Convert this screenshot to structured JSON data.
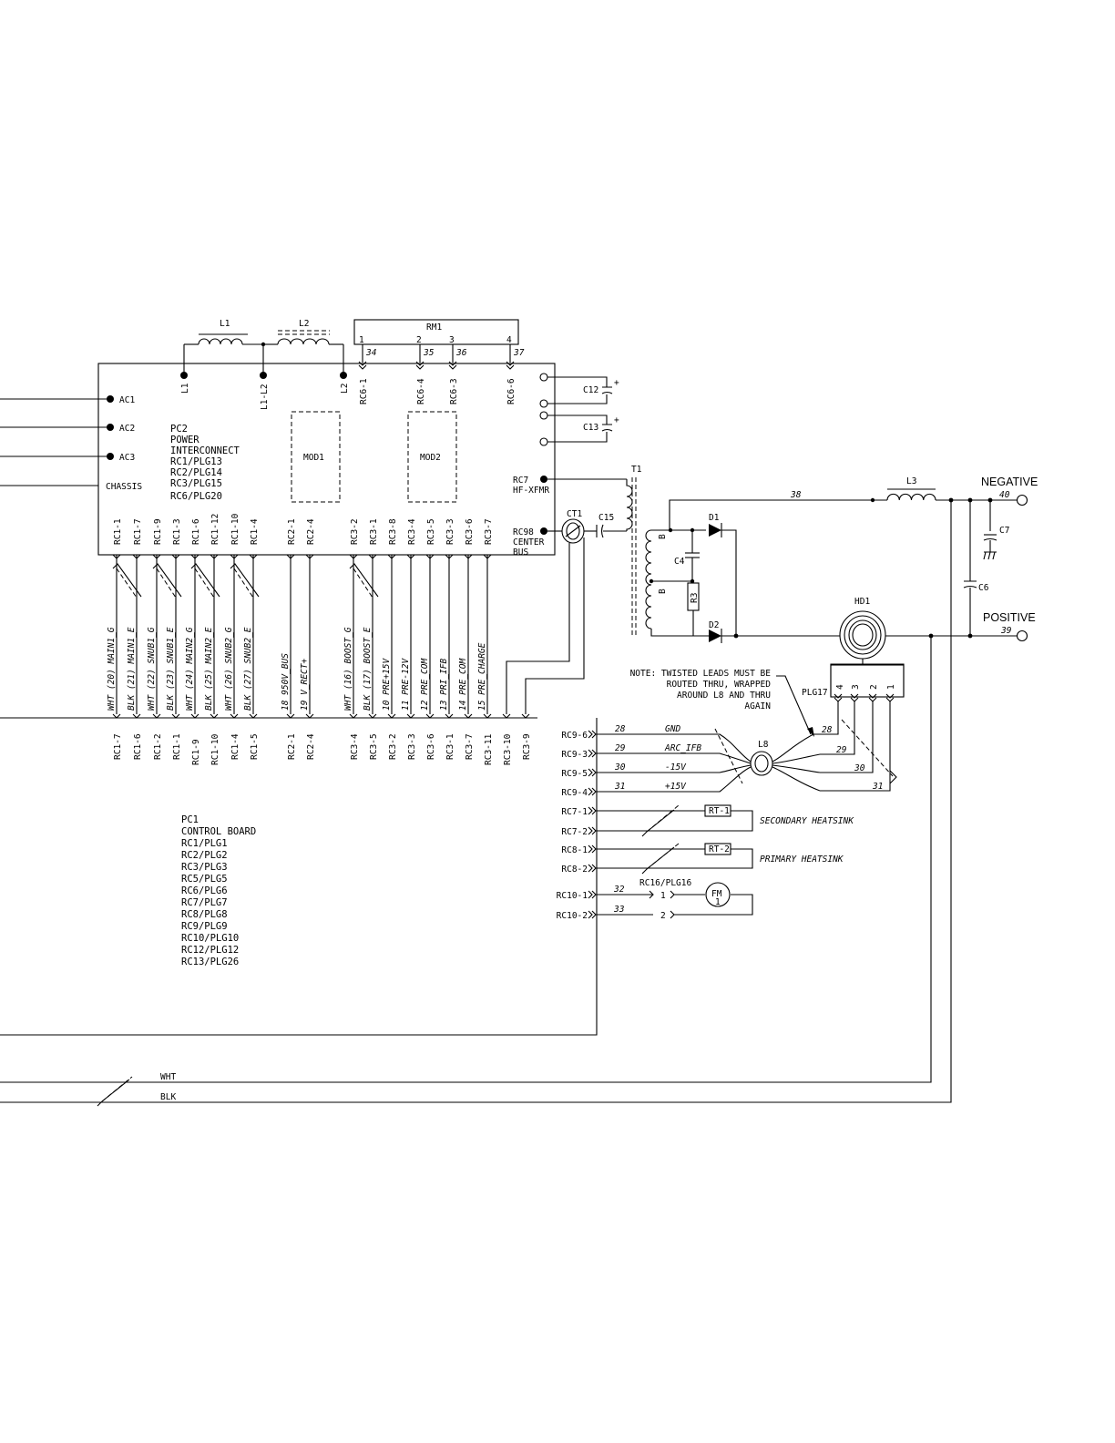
{
  "inductor_L1": "L1",
  "inductor_L2": "L2",
  "rm1": {
    "label": "RM1",
    "pin_numbers": [
      "1",
      "2",
      "3",
      "4"
    ],
    "wire_numbers": [
      "34",
      "35",
      "36",
      "37"
    ],
    "connector_labels": [
      "RC6-1",
      "RC6-4",
      "RC6-3",
      "RC6-6"
    ]
  },
  "top_terminals": [
    "L1",
    "L1-L2",
    "L2"
  ],
  "ac_terminals": [
    "AC1",
    "AC2",
    "AC3",
    "CHASSIS"
  ],
  "pc2_block": [
    "PC2",
    "POWER",
    "INTERCONNECT",
    "RC1/PLG13",
    "RC2/PLG14",
    "RC3/PLG15",
    "RC6/PLG20"
  ],
  "modules": [
    "MOD1",
    "MOD2"
  ],
  "capacitors_right": [
    "C12",
    "C13"
  ],
  "rc7_label": [
    "RC7",
    "HF-XFMR"
  ],
  "rc98_label": [
    "RC98",
    "CENTER",
    "BUS"
  ],
  "pc2_bottom_connectors": [
    "RC1-1",
    "RC1-7",
    "RC1-9",
    "RC1-3",
    "RC1-6",
    "RC1-12",
    "RC1-10",
    "RC1-4",
    "RC2-1",
    "RC2-4",
    "RC3-2",
    "RC3-1",
    "RC3-8",
    "RC3-4",
    "RC3-5",
    "RC3-3",
    "RC3-6",
    "RC3-7"
  ],
  "wire_labels": [
    "WHT (20)  MAIN1_G",
    "BLK (21)  MAIN1_E",
    "WHT (22)  SNUB1_G",
    "BLK (23)  SNUB1_E",
    "WHT (24)  MAIN2_G",
    "BLK (25)  MAIN2_E",
    "WHT (26)  SNUB2_G",
    "BLK (27)  SNUB2_E",
    "18   950V_BUS",
    "19   V_RECT+",
    "WHT (16)  BOOST_G",
    "BLK (17)  BOOST_E",
    "10   PRE+15V",
    "11   PRE-12V",
    "12   PRE_COM",
    "13   PRI_IFB",
    "14   PRE_COM",
    "15   PRE_CHARGE"
  ],
  "pc1_top_connectors": [
    "RC1-7",
    "RC1-6",
    "RC1-2",
    "RC1-1",
    "RC1-9",
    "RC1-10",
    "RC1-4",
    "RC1-5",
    "RC2-1",
    "RC2-4",
    "RC3-4",
    "RC3-5",
    "RC3-2",
    "RC3-3",
    "RC3-6",
    "RC3-1",
    "RC3-7",
    "RC3-11",
    "RC3-10",
    "RC3-9"
  ],
  "ct1": "CT1",
  "c15": "C15",
  "t1": "T1",
  "winding_marks": [
    "B",
    "B"
  ],
  "c4": "C4",
  "r3": "R3",
  "d1": "D1",
  "d2": "D2",
  "l3": "L3",
  "wire_38": "38",
  "negative": {
    "label": "NEGATIVE",
    "wire": "40"
  },
  "positive": {
    "label": "POSITIVE",
    "wire": "39"
  },
  "c7": "C7",
  "c6": "C6",
  "hd1": "HD1",
  "note": [
    "NOTE: TWISTED LEADS MUST BE",
    "ROUTED THRU, WRAPPED",
    "AROUND L8 AND THRU",
    "AGAIN"
  ],
  "plg17": {
    "label": "PLG17",
    "pins": [
      "4",
      "3",
      "2",
      "1"
    ]
  },
  "rc9_rows": [
    {
      "conn": "RC9-6",
      "wire": "28",
      "signal": "GND"
    },
    {
      "conn": "RC9-3",
      "wire": "29",
      "signal": "ARC_IFB"
    },
    {
      "conn": "RC9-5",
      "wire": "30",
      "signal": "-15V"
    },
    {
      "conn": "RC9-4",
      "wire": "31",
      "signal": "+15V"
    }
  ],
  "l8": "L8",
  "plg17_wires": [
    "28",
    "29",
    "30",
    "31"
  ],
  "rc7_rows": [
    "RC7-1",
    "RC7-2"
  ],
  "rt1": "RT-1",
  "secondary_heatsink": "SECONDARY HEATSINK",
  "rc8_rows": [
    "RC8-1",
    "RC8-2"
  ],
  "rt2": "RT-2",
  "primary_heatsink": "PRIMARY HEATSINK",
  "rc16_label": "RC16/PLG16",
  "rc10_rows": [
    {
      "conn": "RC10-1",
      "wire": "32",
      "pin": "1"
    },
    {
      "conn": "RC10-2",
      "wire": "33",
      "pin": "2"
    }
  ],
  "fan": {
    "label": "FM",
    "number": "1"
  },
  "pc1_block": [
    "PC1",
    "CONTROL BOARD",
    "RC1/PLG1",
    "RC2/PLG2",
    "RC3/PLG3",
    "RC5/PLG5",
    "RC6/PLG6",
    "RC7/PLG7",
    "RC8/PLG8",
    "RC9/PLG9",
    "RC10/PLG10",
    "RC12/PLG12",
    "RC13/PLG26"
  ],
  "bottom_wires": [
    "WHT",
    "BLK"
  ]
}
